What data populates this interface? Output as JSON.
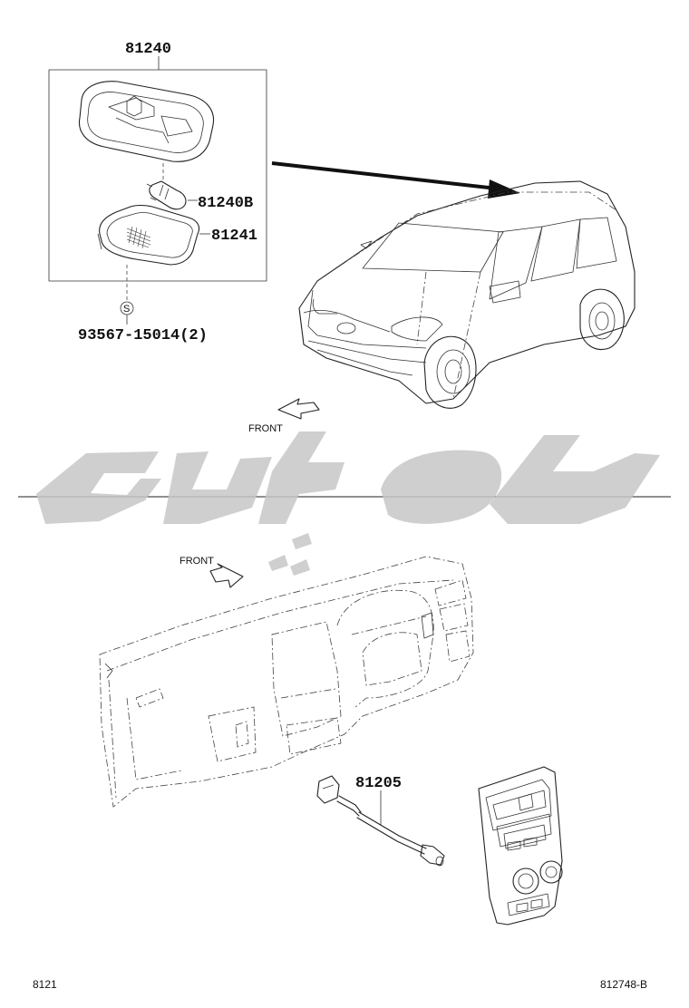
{
  "parts": {
    "p81240": "81240",
    "p81240B": "81240B",
    "p81241": "81241",
    "p93567": "93567-15014(2)",
    "p81205": "81205"
  },
  "labels": {
    "front_top": "FRONT",
    "front_bottom": "FRONT",
    "screw_marker": "S"
  },
  "footer": {
    "left_code": "8121",
    "right_code": "812748-B"
  },
  "colors": {
    "line": "#222222",
    "watermark": "#c7c7c7"
  }
}
